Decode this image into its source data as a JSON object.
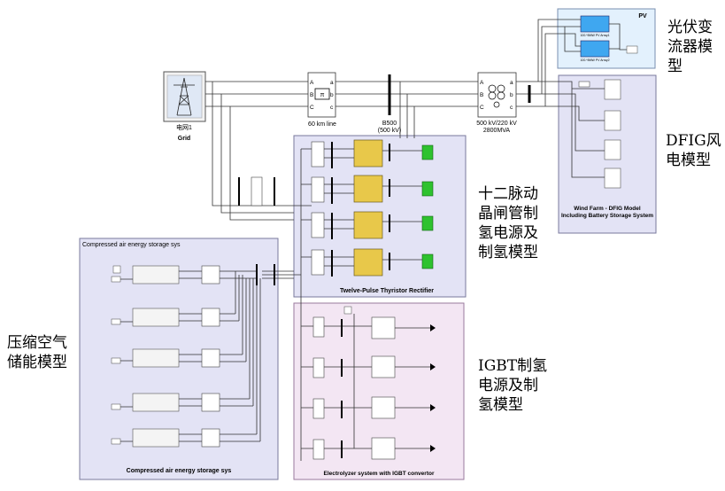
{
  "grid": {
    "name": "电网1",
    "label": "Grid"
  },
  "line": {
    "symbol": "π",
    "label": "60 km line",
    "ports_left": [
      "A",
      "B",
      "C"
    ],
    "ports_right": [
      "a",
      "b",
      "c"
    ]
  },
  "bus_b500": {
    "name": "B500",
    "voltage": "(500 kV)"
  },
  "transformer": {
    "label1": "500 kV/220 kV",
    "label2": "2800MVA",
    "ports_left": [
      "A",
      "B",
      "C"
    ],
    "ports_right": [
      "a",
      "b",
      "c"
    ]
  },
  "pv": {
    "title": "PV",
    "array1": "100.*8MW PV Array1",
    "array2": "100.*8MW PV Array2",
    "annotation": "光伏变流器模型"
  },
  "dfig": {
    "title1": "Wind Farm - DFIG  Model",
    "title2": "Including Battery Storage System",
    "annotation": "DFIG风电模型"
  },
  "thyristor": {
    "title": "Twelve-Pulse Thyristor Rectifier",
    "annotation": "十二脉动晶闸管制氢电源及制氢模型"
  },
  "igbt": {
    "title": "Electrolyzer system with IGBT convertor",
    "annotation": "IGBT制氢电源及制氢模型"
  },
  "caes": {
    "header": "Compressed air energy storage sys",
    "footer": "Compressed air energy storage sys",
    "annotation": "压缩空气储能模型"
  },
  "annotations_display": {
    "pv": [
      "光伏变",
      "流器模",
      "型"
    ],
    "dfig": [
      "DFIG风",
      "电模型"
    ],
    "thyristor": [
      "十二脉动",
      "晶闸管制",
      "氢电源及",
      "制氢模型"
    ],
    "igbt": [
      "IGBT制氢",
      "电源及制",
      "氢模型"
    ],
    "caes": [
      "压缩空气",
      "储能模型"
    ]
  },
  "colors": {
    "panel_fill": "#e3e3f5",
    "panel_border": "#7a7a9c",
    "pv_fill": "#e3f1fd",
    "igbt_fill": "#f3e6f3",
    "rectifier_yellow": "#e8c84a",
    "load_green": "#2ec22e",
    "pv_array_blue": "#3fa7f0"
  }
}
